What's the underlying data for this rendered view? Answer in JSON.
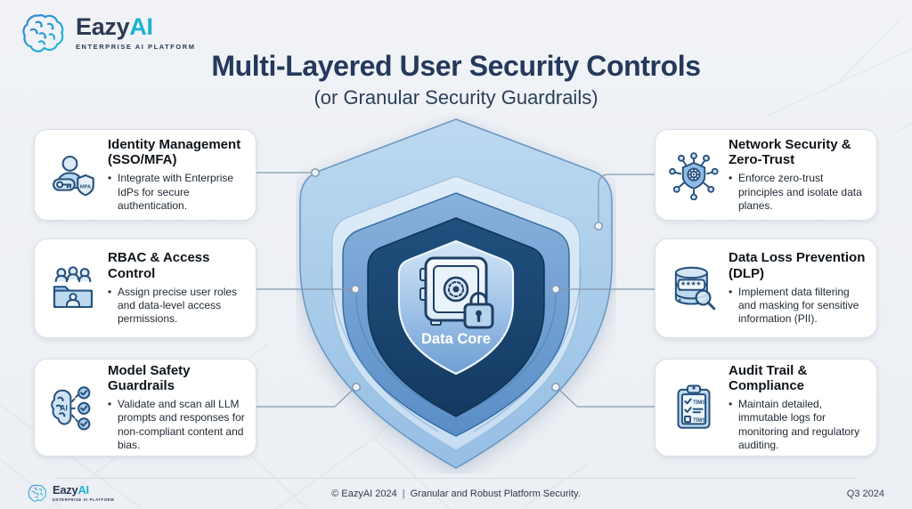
{
  "brand": {
    "name_primary": "Eazy",
    "name_accent": "AI",
    "tagline": "ENTERPRISE AI PLATFORM"
  },
  "header": {
    "title": "Multi-Layered User Security Controls",
    "subtitle": "(or Granular Security Guardrails)"
  },
  "cards": {
    "left": [
      {
        "title": "Identity Management (SSO/MFA)",
        "bullet": "Integrate with Enterprise IdPs for secure authentication.",
        "icon": "user-key-shield-icon",
        "badge_label": "MPA"
      },
      {
        "title": "RBAC & Access Control",
        "bullet": "Assign precise user roles and data-level access permissions.",
        "icon": "folder-users-icon"
      },
      {
        "title": "Model Safety Guardrails",
        "bullet": "Validate and scan all LLM prompts and responses for non-compliant content and bias.",
        "icon": "ai-brain-checklist-icon",
        "badge_label": "AI"
      }
    ],
    "right": [
      {
        "title": "Network Security & Zero-Trust",
        "bullet": "Enforce zero-trust principles and isolate data planes.",
        "icon": "network-shield-icon"
      },
      {
        "title": "Data Loss Prevention (DLP)",
        "bullet": "Implement data filtering and masking for sensitive information (PII).",
        "icon": "database-masking-icon",
        "badge_label": "****"
      },
      {
        "title": "Audit Trail & Compliance",
        "bullet": "Maintain detailed, immutable logs for monitoring and regulatory auditing.",
        "icon": "audit-clipboard-icon",
        "row1_label": "TIMS",
        "row2_label": "TIMS"
      }
    ]
  },
  "shield": {
    "core_label": "Data Core"
  },
  "footer": {
    "copyright": "© EazyAI 2024",
    "divider": "|",
    "note": "Granular and Robust Platform Security.",
    "quarter": "Q3 2024"
  },
  "colors": {
    "accent_teal": "#1cb3d2",
    "brand_navy": "#2b3b52",
    "title_navy": "#24395c",
    "background": "#edf0f4",
    "card_background": "#ffffff",
    "shield_outer": "#aecfeb",
    "shield_light": "#d6e7f7",
    "shield_mid": "#6f9fd3",
    "shield_dark": "#1c4a74",
    "core_label_color": "#ffffff",
    "connector": "#8399ad"
  }
}
